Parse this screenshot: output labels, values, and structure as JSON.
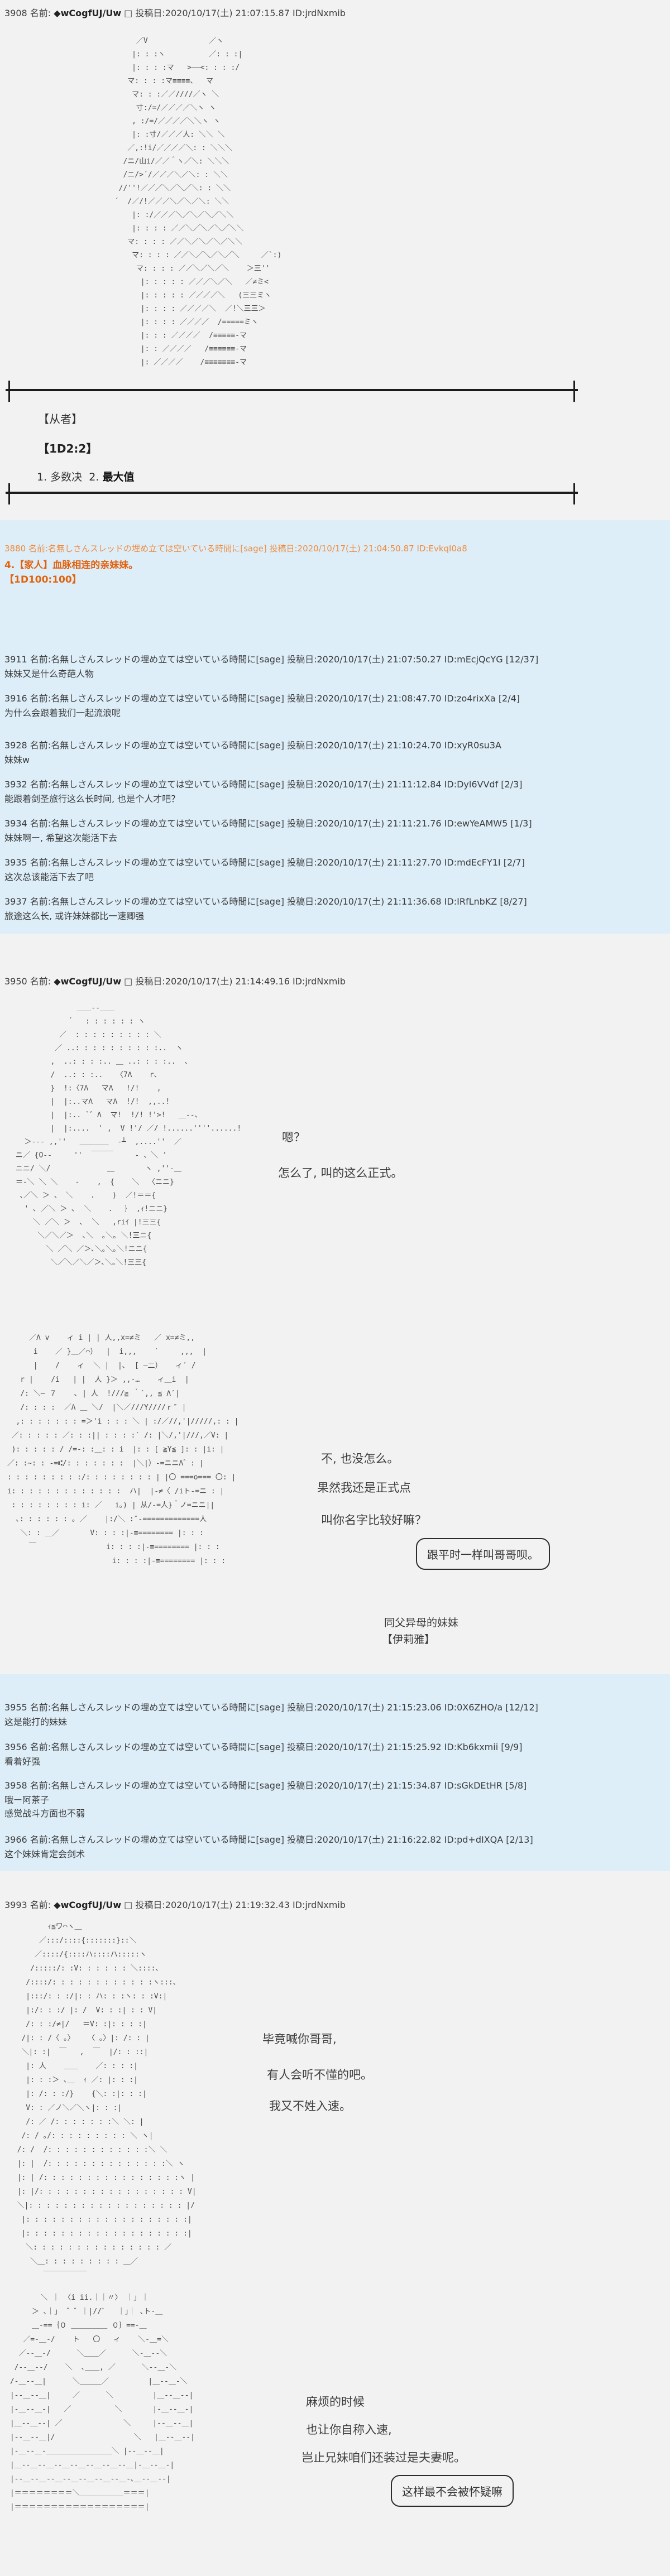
{
  "page": {
    "background": "#f2f2f2",
    "bluebox_color": "#ddeef9",
    "quote_orange_header": "#ef8c3f",
    "quote_orange_bold": "#e2610c"
  },
  "author_posts": {
    "p3908": {
      "prefix": "3908 名前: ",
      "name": "◆wCogfUJ/Uw",
      "rest": " □ 投稿日:2020/10/17(土) 21:07:15.87 ID:jrdNxmib"
    },
    "p3950": {
      "prefix": "3950 名前: ",
      "name": "◆wCogfUJ/Uw",
      "rest": " □ 投稿日:2020/10/17(土) 21:14:49.16 ID:jrdNxmib"
    },
    "p3993": {
      "prefix": "3993 名前: ",
      "name": "◆wCogfUJ/Uw",
      "rest": " □ 投稿日:2020/10/17(土) 21:19:32.43 ID:jrdNxmib"
    }
  },
  "servant_section": {
    "title": "【从者】",
    "dice": "【1D2:2】",
    "opt1": "1. 多数决",
    "opt2_prefix": "2. ",
    "opt2_bold": "最大值"
  },
  "bluebox1": {
    "quote": {
      "header": "3880 名前:名無しさんスレッドの埋め立ては空いている時間に[sage] 投稿日:2020/10/17(土) 21:04:50.87 ID:EvkqI0a8",
      "line2": "4.【家人】血脉相连的亲妹妹。",
      "line3": "【1D100:100】"
    },
    "replies": [
      {
        "header": "3911 名前:名無しさんスレッドの埋め立ては空いている時間に[sage] 投稿日:2020/10/17(土) 21:07:50.27 ID:mEcjQcYG [12/37]",
        "body": "妹妹又是什么奇葩人物"
      },
      {
        "header": "3916 名前:名無しさんスレッドの埋め立ては空いている時間に[sage] 投稿日:2020/10/17(土) 21:08:47.70 ID:zo4rixXa [2/4]",
        "body": "为什么会跟着我们一起流浪呢"
      },
      {
        "header": "3928 名前:名無しさんスレッドの埋め立ては空いている時間に[sage] 投稿日:2020/10/17(土) 21:10:24.70 ID:xyR0su3A",
        "body": "妹妹w"
      },
      {
        "header": "3932 名前:名無しさんスレッドの埋め立ては空いている時間に[sage] 投稿日:2020/10/17(土) 21:11:12.84 ID:Dyl6VVdf [2/3]",
        "body": "能跟着剑圣旅行这么长时间, 也是个人才吧？"
      },
      {
        "header": "3934 名前:名無しさんスレッドの埋め立ては空いている時間に[sage] 投稿日:2020/10/17(土) 21:11:21.76 ID:ewYeAMW5 [1/3]",
        "body": "妹妹啊ー, 希望这次能活下去"
      },
      {
        "header": "3935 名前:名無しさんスレッドの埋め立ては空いている時間に[sage] 投稿日:2020/10/17(土) 21:11:27.70 ID:mdEcFY1I [2/7]",
        "body": "这次总该能活下去了吧"
      },
      {
        "header": "3937 名前:名無しさんスレッドの埋め立ては空いている時間に[sage] 投稿日:2020/10/17(土) 21:11:36.68 ID:IRfLnbKZ [8/27]",
        "body": "旅途这么长, 或许妹妹都比一速卿强"
      }
    ]
  },
  "bluebox2": {
    "replies": [
      {
        "header": "3955 名前:名無しさんスレッドの埋め立ては空いている時間に[sage] 投稿日:2020/10/17(土) 21:15:23.06 ID:0X6ZHO/a [12/12]",
        "body": "这是能打的妹妹"
      },
      {
        "header": "3956 名前:名無しさんスレッドの埋め立ては空いている時間に[sage] 投稿日:2020/10/17(土) 21:15:25.92 ID:Kb6kxmii [9/9]",
        "body": "看着好强"
      },
      {
        "header": "3958 名前:名無しさんスレッドの埋め立ては空いている時間に[sage] 投稿日:2020/10/17(土) 21:15:34.87 ID:sGkDEtHR [5/8]",
        "body": "哦ー阿茶子\n感觉战斗方面也不弱"
      },
      {
        "header": "3966 名前:名無しさんスレッドの埋め立ては空いている時間に[sage] 投稿日:2020/10/17(土) 21:16:22.82 ID:pd+dIXQA [2/13]",
        "body": "这个妹妹肯定会剑术"
      }
    ]
  },
  "aa_art": {
    "wolf": "            ／V              ／ヽ\n           |: : :ヽ          ／: : :|\n           |: : : :マ   >――<: : : :/\n          マ: : : :マ≡≡≡≡、  マ\n           マ: : :／／////／ヽ ＼\n            寸:/=/／／／／＼ヽ ヽ\n           , :/=/／／／／＼＼ヽ ヽ\n           |: :寸/／／／人: ＼＼ ＼\n          ／,:!i/／／／／＼: : ＼＼＼\n         /ニ/山i/／／＾ヽ／＼: ＼＼＼\n         /ニ/>´/／／／＼／＼: : ＼＼\n        //''!／／／＼／＼／＼: : ＼＼\n       ´  /／/!／／／＼／＼／＼: ＼＼\n           |: :/／／／＼／＼／＼／＼＼\n           |: : : : ／／＼／＼／＼／＼＼\n          マ: : : : ／／＼／＼／＼／＼＼\n           マ: : : : ／／＼／＼／＼／＼     ／`:)\n            マ: : : : ／／＼／＼／＼    ＞三''\n             |: : : : : ／／／＼／＼   ／≠ミ<\n             |: : : : : ／／／／＼   (三三ミヽ\n             |: : : : ／／／／＼  ／!＼三三＞\n             |: : : : ／／／／  /=====ミヽ\n             |: : : ／／／／  /≡≡≡≡≡-マ\n             |: : ／／／／   /≡≡≡≡≡≡-マ\n             |: ／／／／    /≡≡≡≡≡≡≡-マ",
    "brother": "               ＿＿--＿＿\n             ´   : : : : : : ヽ\n           ／  : : : : : : : : : ＼\n          ／ ..: : : : : : : : : :..  ヽ\n         ,  ..: : : :.. ＿ ..: : : :..  、\n         /  ..: : :..   〈7Λ    r、\n         }  !:〈7Λ   マΛ   !/!    ,\n         |  |:..マΛ   マΛ  !/!  ,,..!\n         |  |:.. `゛Λ  マ!  !/! !'>!   ＿--、\n         |  |:....  ' ,  V !'/ ／/ !......''''......!\n   ＞--- ,,''   ＿＿＿＿  -┴  ,....''  ／\n ニ／ {O--     ''  ￣￣￣     - 、＼ '\n ニニ/ ＼/             ＿       ヽ ,''-＿\n ＝-＼ ＼ ＼    -    ,  {    ＼  〈ニニ}\n  ､／＼ ＞ 、 ＼    .    )  ／!＝＝{\n   ' ､ ／＼ ＞ ､  ＼    ．  ｝ ,ｨ!ニニ}\n     ＼ ／＼ ＞  ､  ＼   ,riｲ |!三三{\n      ＼／＼／＞  ､＼  ｡＼｡ ＼!三ニ{\n        ＼ ／＼ ／＞､＼｡＼｡＼!ニニ{\n         ＼／＼／＼／＞､＼｡＼!三三{",
    "ilya_side": "      ／Λ v    ィ i | | 人,,x=≠ミ   ／ x=≠ミ,,\n       i    ／ }＿／⌒）  |  i,,,    ′     ,,,  |\n       |    /    ィ  ＼ |  |､  [ ―二）   ィ′ /\n    r |    /i   | |  人 }＞ ,,‐…    ィ＿i  |\n    /: ＼― ７    ､ | 人  !///≧ ｀′,, ≦ Λ′|\n    /: : : :  ／Λ ＿ ＼/  |＼／///Y////ｒ″ |\n   ,: : : : : : : =＞'i : : : ＼ | :/／//,'|/////,: : |\n  ／: : : : : ／: : :|| : : : :′ /: |＼/,'|///,／V: |\n  ): : : : : / /=-: :＿: : i  |: : [ ≧Y≦ ]: : |i: |\n ／: :~: : -=⑆/: : : : : : :  |＼|）-=ニニΛ゛: |\n : : : : : : : : :/: : : : : : : : | |〇 ===o=== 〇: |\n i: : : : : : : : : : : : :  ハ|  |-≠〈 /iト-=ニ : |\n  : : : : : : : : i: ／   i｡) | 从/-=人}＾ノ=ニニ||\n   ､: : : : : : ｡ ／    |:/＼ :″-=============人\n    ＼: : ＿／       V: : : :|-≡======== |: : :\n      ￣                i: : : :|-≡======== |: : :\n                         i: : : :|-≡======== |: : :",
    "ilya_long": "         ｨ≦ワ⌒ヽ＿\n       ／:::/::::{:::::::}::＼\n      ／::::/{::::ハ::::ハ:::::ヽ\n     /:::::/: :V: : : : : : ＼::::､\n    /::::/: : : : : : : : : : : :ヽ:::､\n    |:::/: : :/|: : ハ: : :ヽ: : :V:|\n    |:/: : :/ |: /  V: : :| : : V|\n    /: : :/≠|/   ＝V: :|: : : :|\n   /|: : /〈 ｡〉   〈 ｡〉|: /: : |\n   ＼|: :|  ￣   ,  ￣  |/: : ::|\n    |: 人    ＿＿    ／: : : :|\n    |: : :＞ ､＿  ｨ ／: |: : :|\n    |: /: : :/}    {＼: :|: : :|\n    V: : ／ノ＼／＼ヽ|: : :|\n    /: ／ /: : : : : : :＼ ＼: |\n   /: / ｡/: : : : : : : : : ＼ ヽ|\n  /: /  /: : : : : : : : : : : :＼ ＼\n  |: |  /: : : : : : : : : : : : : :＼ ヽ\n  |: | /: : : : : : : : : : : : : : : :ヽ |\n  |: |/: : : : : : : : : : : : : : : : : V|\n  ＼|: : : : : : : : : : : : : : : : : : |/\n   |: : : : : : : : : : : : : : : : : : :|\n   |: : : : : : : : : : : : : : : : : : :|\n    ＼: : : : : : : : : : : : : : : ／\n     ＼＿: : : : : : : : : ＿／\n        ￣￣￣￣￣￣",
    "ilya_front": "        ＼ ｜ 〈i ii.｜｜〃〉 ｜｣ ｜\n      ＞ ､｜｣  ゛゛｜|//゛  ｜｣｜ ､ト-＿\n      ＿-==｛０ ＿＿＿＿＿ ０｝==-＿\n    ／=-＿-/    ト   〇   ィ    ＼-＿=＼\n   ／--＿-/      ＼＿＿／      ＼-＿--＼\n  /--＿--/    ＼  ､＿＿, ／      ＼--＿-＼\n /-＿--＿|      ＼＿＿＿／         |＿--＿-＼\n |--＿--＿|     ／      ＼         |＿--＿--|\n |-＿--＿-|   ／          ＼       |-＿--＿-|\n |＿--＿--| ／              ＼     |--＿--＿|\n |--＿--＿|/                  ＼   |＿--＿--|\n |-＿--＿-＿＿＿＿＿＿＿＿＿＼ |--＿--＿|\n |＿--＿--＿--＿--＿--＿--＿--＿|-＿--＿-|\n |--＿--＿--＿--＿--＿--＿--＿-､＿--＿--|\n |＝＝＝＝＝＝＝＝＼＿＿＿＿＿＿＝＝＝|\n |＝＝＝＝＝＝＝＝＝＝＝＝＝＝＝＝＝＝|",
    "label_line1": "同父异母的妹妹",
    "label_line2": "【伊莉雅】"
  },
  "dialogues": {
    "scene1": [
      "嗯？",
      "怎么了, 叫的这么正式。"
    ],
    "scene2": [
      "不, 也没怎么。",
      "果然我还是正式点",
      "叫你名字比较好嘛？"
    ],
    "bubble1": "跟平时一样叫哥哥呗。",
    "scene3": [
      "毕竟喊你哥哥,",
      "有人会听不懂的吧。",
      "我又不姓入速。"
    ],
    "scene4": [
      "麻烦的时候",
      "也让你自称入速,",
      "岂止兄妹咱们还装过是夫妻呢。"
    ],
    "bubble2": "这样最不会被怀疑嘛"
  }
}
